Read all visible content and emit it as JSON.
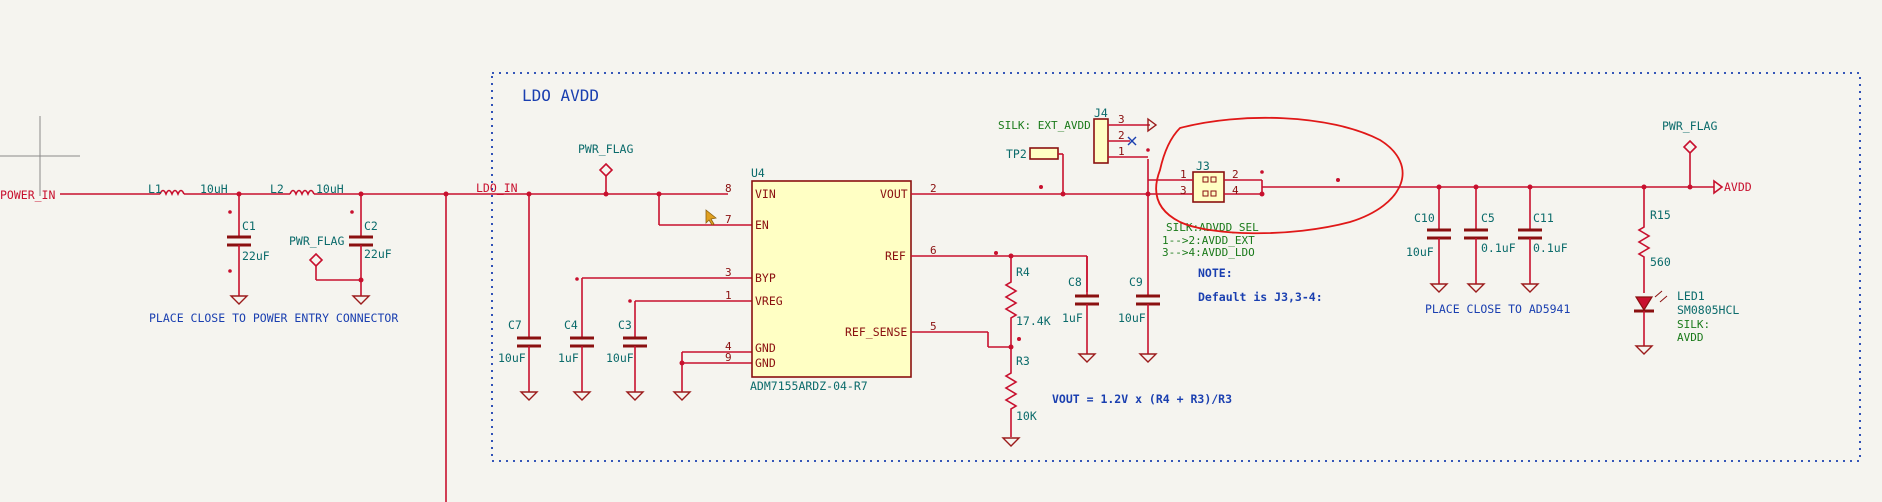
{
  "block_title": "LDO AVDD",
  "nets": {
    "power_in": "POWER_IN",
    "ldo_in": "LDO_IN",
    "avdd": "AVDD",
    "pwr_flag": "PWR_FLAG"
  },
  "ic": {
    "ref": "U4",
    "part": "ADM7155ARDZ-04-R7",
    "pins_left": [
      {
        "num": "8",
        "name": "VIN"
      },
      {
        "num": "7",
        "name": "EN"
      },
      {
        "num": "3",
        "name": "BYP"
      },
      {
        "num": "1",
        "name": "VREG"
      },
      {
        "num": "4",
        "name": "GND"
      },
      {
        "num": "9",
        "name": "GND"
      }
    ],
    "pins_right": [
      {
        "num": "2",
        "name": "VOUT"
      },
      {
        "num": "6",
        "name": "REF"
      },
      {
        "num": "5",
        "name": "REF_SENSE"
      }
    ]
  },
  "inductors": [
    {
      "ref": "L1",
      "value": "10uH"
    },
    {
      "ref": "L2",
      "value": "10uH"
    }
  ],
  "capacitors": [
    {
      "ref": "C1",
      "value": "22uF"
    },
    {
      "ref": "C2",
      "value": "22uF"
    },
    {
      "ref": "C7",
      "value": "10uF"
    },
    {
      "ref": "C4",
      "value": "1uF"
    },
    {
      "ref": "C3",
      "value": "10uF"
    },
    {
      "ref": "C8",
      "value": "1uF"
    },
    {
      "ref": "C9",
      "value": "10uF"
    },
    {
      "ref": "C10",
      "value": "10uF"
    },
    {
      "ref": "C5",
      "value": "0.1uF"
    },
    {
      "ref": "C11",
      "value": "0.1uF"
    }
  ],
  "resistors": [
    {
      "ref": "R4",
      "value": "17.4K"
    },
    {
      "ref": "R3",
      "value": "10K"
    },
    {
      "ref": "R15",
      "value": "560"
    }
  ],
  "led": {
    "ref": "LED1",
    "value": "SM0805HCL",
    "silk_label": "SILK:",
    "silk_value": "AVDD"
  },
  "testpoint": {
    "ref": "TP2"
  },
  "j4": {
    "ref": "J4",
    "silk": "SILK: EXT_AVDD",
    "pins": [
      "3",
      "2",
      "1"
    ]
  },
  "j3": {
    "ref": "J3",
    "pins": [
      "1",
      "2",
      "3",
      "4"
    ],
    "silk": "SILK:ADVDD_SEL",
    "map1": "1-->2:AVDD_EXT",
    "map2": "3-->4:AVDD_LDO"
  },
  "notes": {
    "power_entry": "PLACE CLOSE TO POWER ENTRY CONNECTOR",
    "note_label": "NOTE:",
    "default": "Default is J3,3-4:",
    "vout_formula": "VOUT = 1.2V x (R4 + R3)/R3",
    "ad5941": "PLACE CLOSE TO AD5941"
  },
  "colors": {
    "wire": "#c8102e",
    "component": "#8a1010",
    "ic_fill": "#ffffc4",
    "reference_text": "#0b6b6b",
    "note_text": "#1a3fb0",
    "silk_text": "#1a7a1a",
    "annotation_circle": "#e01818"
  }
}
